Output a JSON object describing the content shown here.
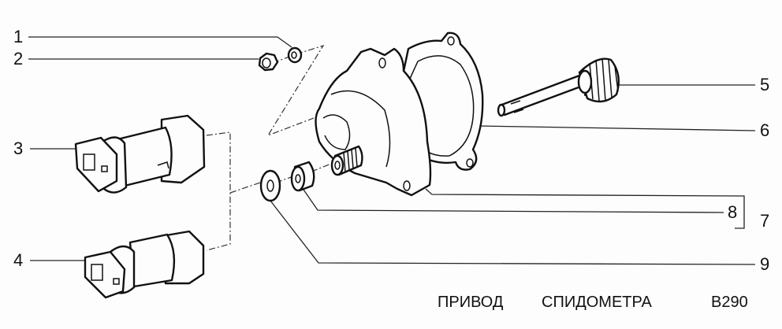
{
  "title": {
    "word1": "ПРИВОД",
    "word2": "СПИДОМЕТРА",
    "code": "B290"
  },
  "callouts": [
    {
      "num": "1",
      "part": "spring-washer"
    },
    {
      "num": "2",
      "part": "nut"
    },
    {
      "num": "3",
      "part": "speed-sensor-variant-a"
    },
    {
      "num": "4",
      "part": "speed-sensor-variant-b"
    },
    {
      "num": "5",
      "part": "driven-gear-shaft"
    },
    {
      "num": "6",
      "part": "gasket"
    },
    {
      "num": "7",
      "part": "drive-housing-assembly"
    },
    {
      "num": "8",
      "part": "housing-bushing"
    },
    {
      "num": "9",
      "part": "washer"
    }
  ],
  "colors": {
    "background": "#fdfdfd",
    "ink": "#111111"
  }
}
